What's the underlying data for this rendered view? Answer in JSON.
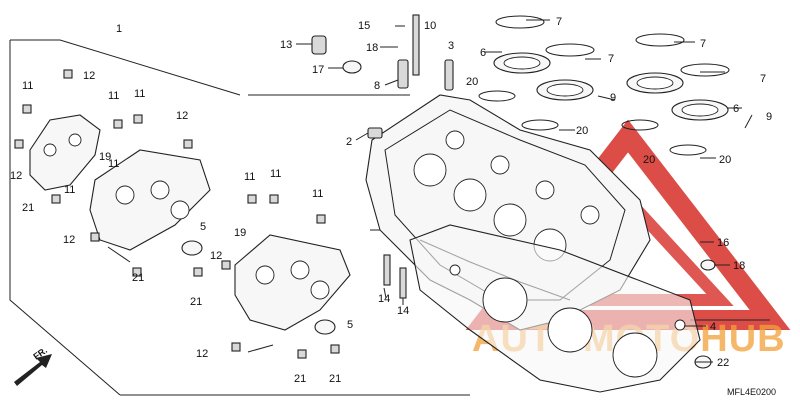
{
  "diagram_code": "MFL4E0200",
  "direction_label": "FR.",
  "watermark": {
    "text": "AUTOMOTOHUB",
    "color_red": "#d83a34",
    "color_orange": "#f2a13a"
  },
  "callouts": {
    "c1": "1",
    "c2": "2",
    "c3": "3",
    "c4": "4",
    "c5a": "5",
    "c5b": "5",
    "c6a": "6",
    "c6b": "6",
    "c7a": "7",
    "c7b": "7",
    "c7c": "7",
    "c7d": "7",
    "c8": "8",
    "c9a": "9",
    "c9b": "9",
    "c10": "10",
    "c11a": "11",
    "c11b": "11",
    "c11c": "11",
    "c11d": "11",
    "c11e": "11",
    "c11f": "11",
    "c11g": "11",
    "c11h": "11",
    "c12a": "12",
    "c12b": "12",
    "c12c": "12",
    "c12d": "12",
    "c12e": "12",
    "c12f": "12",
    "c13": "13",
    "c14a": "14",
    "c14b": "14",
    "c15": "15",
    "c16": "16",
    "c17": "17",
    "c18a": "18",
    "c18b": "18",
    "c19a": "19",
    "c19b": "19",
    "c20a": "20",
    "c20b": "20",
    "c20c": "20",
    "c20d": "20",
    "c21a": "21",
    "c21b": "21",
    "c21c": "21",
    "c21d": "21",
    "c21e": "21",
    "c22": "22"
  }
}
